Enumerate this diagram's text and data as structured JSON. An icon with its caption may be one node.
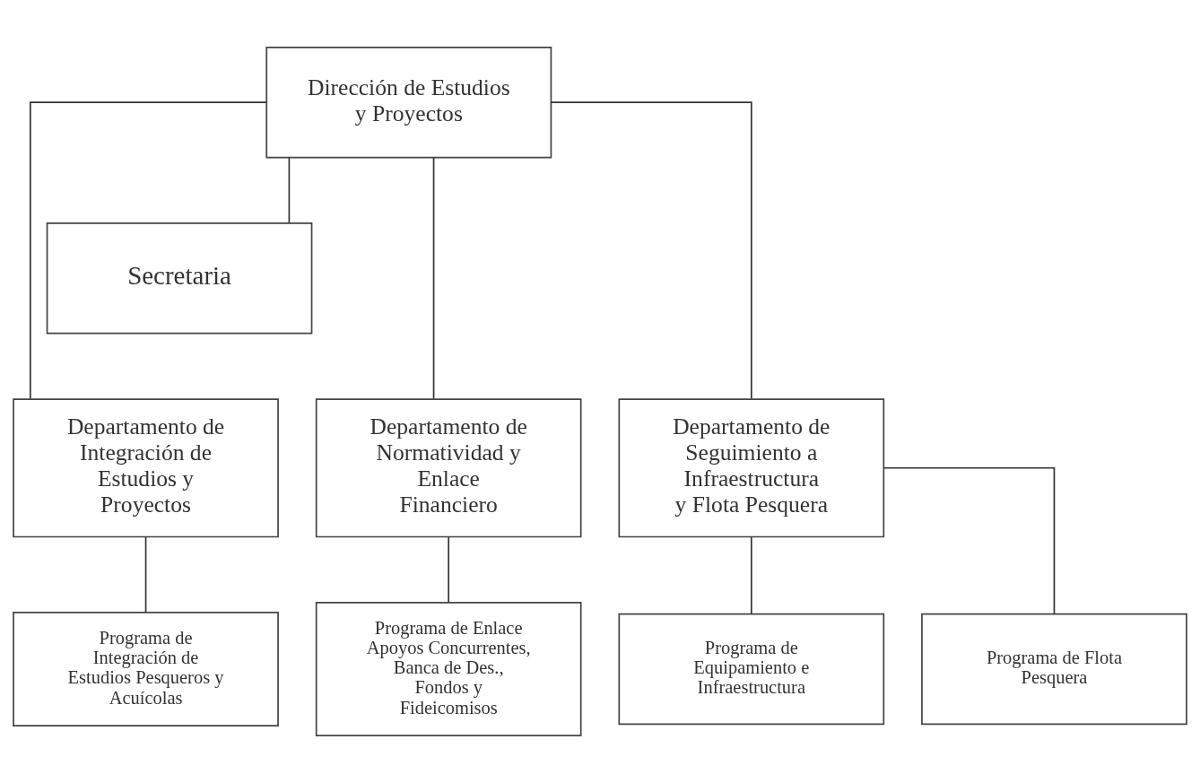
{
  "diagram": {
    "nodes": [
      {
        "text": [
          "Dirección de Estudios y Proyectos"
        ]
      },
      {
        "text": [
          "Secretaria"
        ]
      },
      {
        "text": [
          "Departamento de Integración de Estudios y Proyectos"
        ]
      },
      {
        "text": [
          "Departamento de Normatividad y Enlace Financiero"
        ]
      },
      {
        "text": [
          "Departamento de Seguimiento a Infraestructura y Flota Pesquera"
        ]
      },
      {
        "text": [
          "Programa de Integración de Estudios Pesqueros y Acuícolas"
        ]
      },
      {
        "text": [
          "Programa de Enlace",
          "Apoyos Concurrentes, Banca de Des., Fondos y Fideicomisos"
        ]
      },
      {
        "text": [
          "Programa de Equipamiento e Infraestructura"
        ]
      },
      {
        "text": [
          "Programa de Flota Pesquera"
        ]
      }
    ],
    "edges": [
      {
        "from": 0,
        "to": 1,
        "arrow": "none"
      },
      {
        "from": 0,
        "to": 2,
        "arrow": "none"
      },
      {
        "from": 0,
        "to": 3,
        "arrow": "none"
      },
      {
        "from": 0,
        "to": 4,
        "arrow": "none"
      },
      {
        "from": 2,
        "to": 5,
        "arrow": "none"
      },
      {
        "from": 3,
        "to": 6,
        "arrow": "none"
      },
      {
        "from": 4,
        "to": 7,
        "arrow": "none"
      },
      {
        "from": 4,
        "to": 8,
        "arrow": "none"
      }
    ]
  }
}
